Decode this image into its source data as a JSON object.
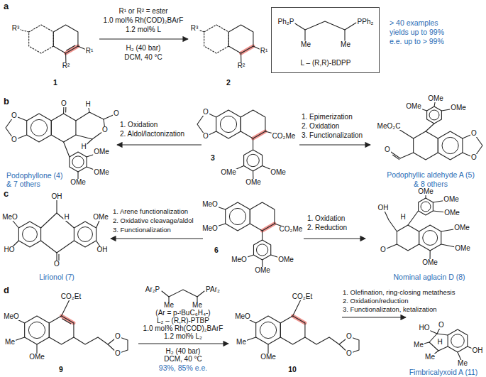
{
  "diagram": {
    "nodes": [
      {
        "text": [
          "Ph₂P",
          "PPh₂",
          "Me",
          "Me",
          "L – (R,R)-BDPP"
        ]
      }
    ],
    "labels": [
      "a",
      "R¹ or R² = ester",
      "1.0 mol% Rh(COD)₂BArF",
      "1.2 mol% L",
      "H₂ (40 bar)",
      "DCM, 40 °C",
      "R³",
      "R¹",
      "R²",
      "1",
      "R³",
      "R¹",
      "R²",
      "2",
      "> 40 examples",
      "yields up to 99%",
      "e.e. up to > 99%",
      "b",
      "O",
      "O",
      "CO₂Me",
      "OMe",
      "OMe",
      "OMe",
      "3",
      "1. Oxidation",
      "2. Aldol/lactonization",
      "O",
      "O",
      "O",
      "H",
      "O",
      "O",
      "H",
      "OMe",
      "OMe",
      "OMe",
      "Podophyllone (4)",
      "& 7 others",
      "1. Epimerization",
      "2. Oxidation",
      "3. Functionalization",
      "MeO₂C",
      "O",
      "OMe",
      "OMe",
      "OMe",
      "O",
      "O",
      "Podophyllic aldehyde A (5)",
      "& 8 others",
      "c",
      "MeO",
      "MeO",
      "CO₂Me",
      "MeO",
      "OMe",
      "OMe",
      "6",
      "1. Arene functionalization",
      "2. Oxidative cleavage/aldol",
      "3. Functionalization",
      "OH",
      "H",
      "MeO",
      "HO",
      "OMe",
      "OH",
      "O",
      "Lirionol (7)",
      "1. Oxidation",
      "2. Reduction",
      "OH",
      "H",
      "OMe",
      "OMe",
      "OMe",
      "O",
      "OMe",
      "OMe",
      "OMe",
      "Nominal aglacin D (8)",
      "d",
      "CO₂Et",
      "MeO",
      "Me",
      "OMe",
      "O",
      "O",
      "9",
      "Ar₂P",
      "PAr₂",
      "Me",
      "Me",
      "(Ar = p-ᵗBuC₆H₄-)",
      "L₂ – (R,R)-PTBP",
      "1.0 mol% Rh(COD)₂BArF",
      "1.2 mol% L₂",
      "H₂ (40 bar)",
      "DCM, 40 °C",
      "93%, 85% e.e.",
      "CO₂Et",
      "MeO",
      "Me",
      "OMe",
      "O",
      "O",
      "10",
      "1. Olefination, ring-closing metathesis",
      "2. Oxidation/reduction",
      "3. Functionalizaton, ketalization",
      "HO",
      "O",
      "H",
      "Me",
      "Me",
      "OH",
      "Me",
      "Fimbricalyxoid A (11)"
    ]
  }
}
